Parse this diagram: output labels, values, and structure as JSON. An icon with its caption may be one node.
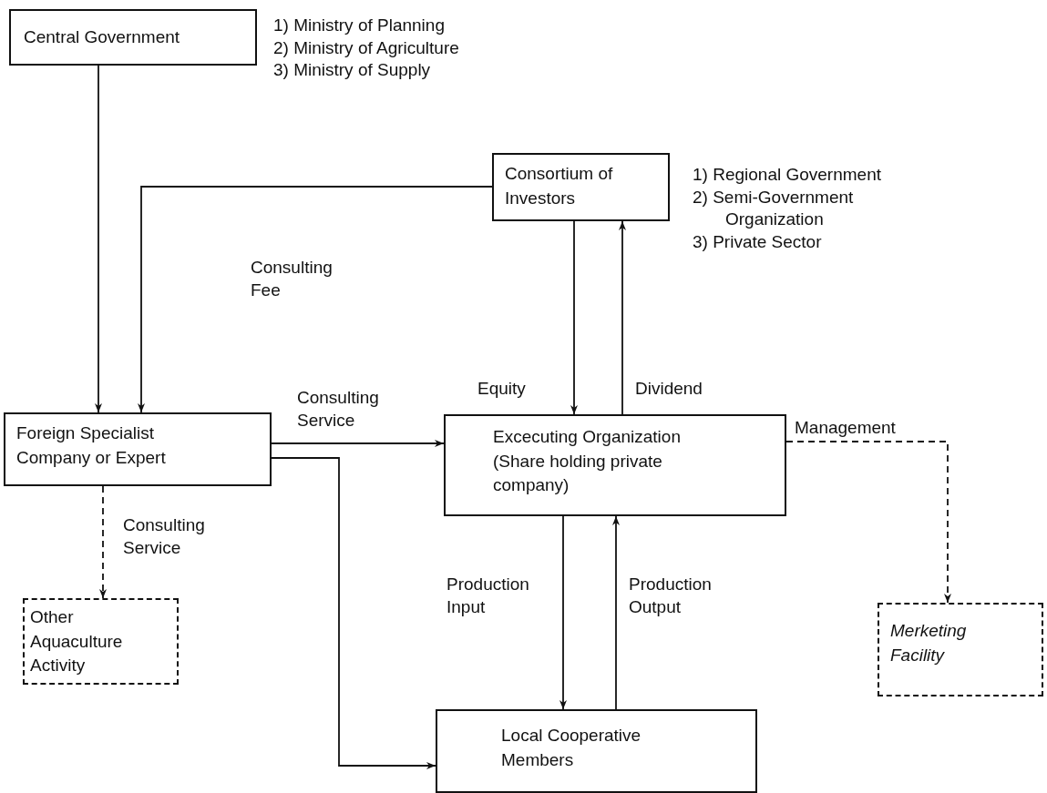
{
  "diagram": {
    "nodes": [
      {
        "text": [
          "Central Government"
        ],
        "beside": [
          "1) Ministry of Planning",
          "2) Ministry of Agriculture",
          "3) Ministry of Supply"
        ]
      },
      {
        "text": [
          "Consortium of Investors"
        ],
        "beside": [
          "1) Regional Government",
          "2) Semi-Government Organization",
          "3) Private Sector"
        ]
      },
      {
        "text": [
          "Foreign Specialist Company or Expert"
        ]
      },
      {
        "text": [
          "Excecuting Organization (Share holding private company)"
        ]
      },
      {
        "text": [
          "Other Aquaculture Activity"
        ]
      },
      {
        "text": [
          "Local Cooperative Members"
        ]
      },
      {
        "text": [
          "Merketing Facility"
        ]
      }
    ],
    "edges": [
      {
        "from": 0,
        "to": 2,
        "arrow": "to"
      },
      {
        "from": 1,
        "to": 2,
        "arrow": "to",
        "label": "Consulting Fee"
      },
      {
        "from": 1,
        "to": 3,
        "arrow": "to",
        "label": "Equity"
      },
      {
        "from": 3,
        "to": 1,
        "arrow": "to",
        "label": "Dividend"
      },
      {
        "from": 2,
        "to": 3,
        "arrow": "to",
        "label": "Consulting Service"
      },
      {
        "from": 2,
        "to": 5,
        "arrow": "to"
      },
      {
        "from": 2,
        "to": 4,
        "arrow": "to",
        "label": "Consulting Service",
        "style": "dashed"
      },
      {
        "from": 3,
        "to": 6,
        "arrow": "to",
        "label": "Management",
        "style": "dashed"
      },
      {
        "from": 3,
        "to": 5,
        "arrow": "to",
        "label": "Production Input"
      },
      {
        "from": 5,
        "to": 3,
        "arrow": "to",
        "label": "Production Output"
      }
    ]
  }
}
